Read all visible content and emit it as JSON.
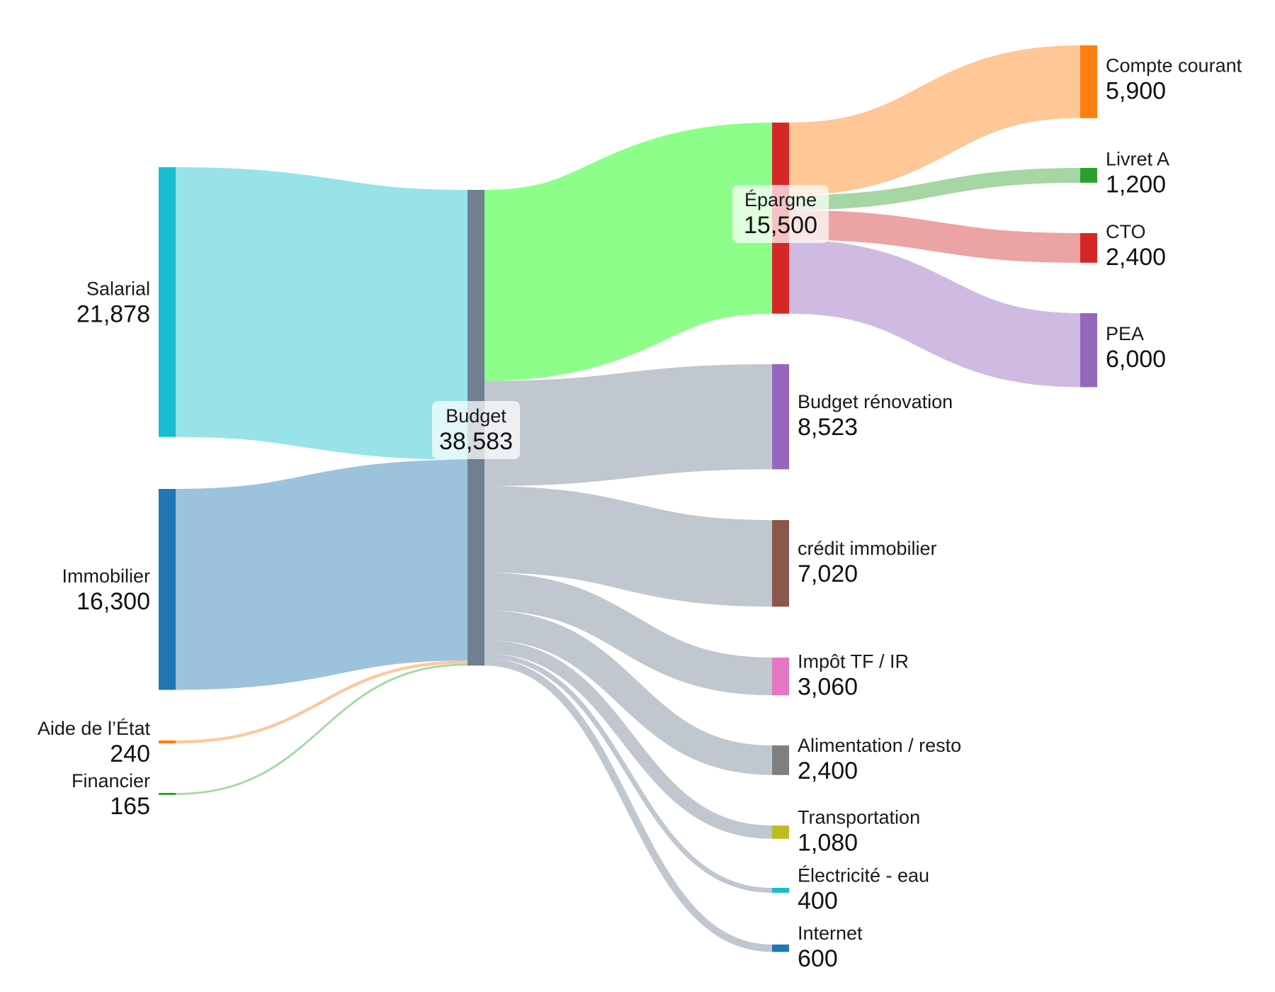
{
  "chart_data": {
    "type": "sankey",
    "nodes": [
      {
        "id": "salarial",
        "name": "Salarial",
        "value": "21,878",
        "color": "#17becf"
      },
      {
        "id": "immobilier",
        "name": "Immobilier",
        "value": "16,300",
        "color": "#1f77b4"
      },
      {
        "id": "aide",
        "name": "Aide de l’État",
        "value": "240",
        "color": "#ff7f0e"
      },
      {
        "id": "financier",
        "name": "Financier",
        "value": "165",
        "color": "#2ca02c"
      },
      {
        "id": "budget",
        "name": "Budget",
        "value": "38,583",
        "color": "#708090"
      },
      {
        "id": "epargne",
        "name": "Épargne",
        "value": "15,500",
        "color": "#d62728"
      },
      {
        "id": "renovation",
        "name": "Budget rénovation",
        "value": "8,523",
        "color": "#9467bd"
      },
      {
        "id": "credit",
        "name": "crédit immobilier",
        "value": "7,020",
        "color": "#8c564b"
      },
      {
        "id": "impot",
        "name": "Impôt TF / IR",
        "value": "3,060",
        "color": "#e377c2"
      },
      {
        "id": "alimentation",
        "name": "Alimentation / resto",
        "value": "2,400",
        "color": "#7f7f7f"
      },
      {
        "id": "transport",
        "name": "Transportation",
        "value": "1,080",
        "color": "#bcbd22"
      },
      {
        "id": "electricite",
        "name": "Électricité - eau",
        "value": "400",
        "color": "#17becf"
      },
      {
        "id": "internet",
        "name": "Internet",
        "value": "600",
        "color": "#1f77b4"
      },
      {
        "id": "compte",
        "name": "Compte courant",
        "value": "5,900",
        "color": "#ff7f0e"
      },
      {
        "id": "livret",
        "name": "Livret A",
        "value": "1,200",
        "color": "#2ca02c"
      },
      {
        "id": "cto",
        "name": "CTO",
        "value": "2,400",
        "color": "#d62728"
      },
      {
        "id": "pea",
        "name": "PEA",
        "value": "6,000",
        "color": "#9467bd"
      }
    ],
    "links": [
      {
        "source": "salarial",
        "target": "budget",
        "value": 21878,
        "color": "#97e3e8"
      },
      {
        "source": "immobilier",
        "target": "budget",
        "value": 16300,
        "color": "#9dc2dc"
      },
      {
        "source": "aide",
        "target": "budget",
        "value": 240,
        "color": "#ffc79a"
      },
      {
        "source": "financier",
        "target": "budget",
        "value": 165,
        "color": "#a5d9a5"
      },
      {
        "source": "budget",
        "target": "epargne",
        "value": 15500,
        "color": "#8dfe8a"
      },
      {
        "source": "budget",
        "target": "renovation",
        "value": 8523,
        "color": "#c0c7cf"
      },
      {
        "source": "budget",
        "target": "credit",
        "value": 7020,
        "color": "#c0c7cf"
      },
      {
        "source": "budget",
        "target": "impot",
        "value": 3060,
        "color": "#c0c7cf"
      },
      {
        "source": "budget",
        "target": "alimentation",
        "value": 2400,
        "color": "#c0c7cf"
      },
      {
        "source": "budget",
        "target": "transport",
        "value": 1080,
        "color": "#c0c7cf"
      },
      {
        "source": "budget",
        "target": "electricite",
        "value": 400,
        "color": "#c0c7cf"
      },
      {
        "source": "budget",
        "target": "internet",
        "value": 600,
        "color": "#c0c7cf"
      },
      {
        "source": "epargne",
        "target": "compte",
        "value": 5900,
        "color": "#ffc796"
      },
      {
        "source": "epargne",
        "target": "livret",
        "value": 1200,
        "color": "#a6d6a3"
      },
      {
        "source": "epargne",
        "target": "cto",
        "value": 2400,
        "color": "#eba3a3"
      },
      {
        "source": "epargne",
        "target": "pea",
        "value": 6000,
        "color": "#cfbbe1"
      }
    ]
  }
}
